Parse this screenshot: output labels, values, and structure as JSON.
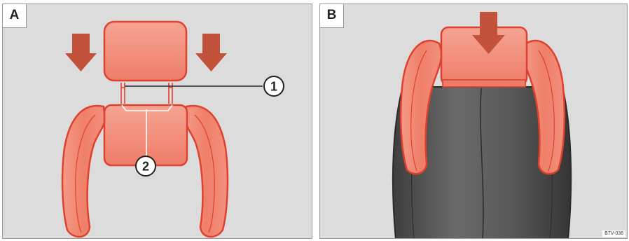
{
  "panels": [
    {
      "label": "A"
    },
    {
      "label": "B"
    }
  ],
  "callouts": [
    {
      "number": "1"
    },
    {
      "number": "2"
    }
  ],
  "image_code": "B7V-036",
  "colors": {
    "headrest_fill": "#f08a78",
    "headrest_stroke": "#e0412e",
    "arrow": "#c2523c",
    "seat_dark": "#4a4a4a",
    "panel_bg": "#dcdcdc"
  }
}
